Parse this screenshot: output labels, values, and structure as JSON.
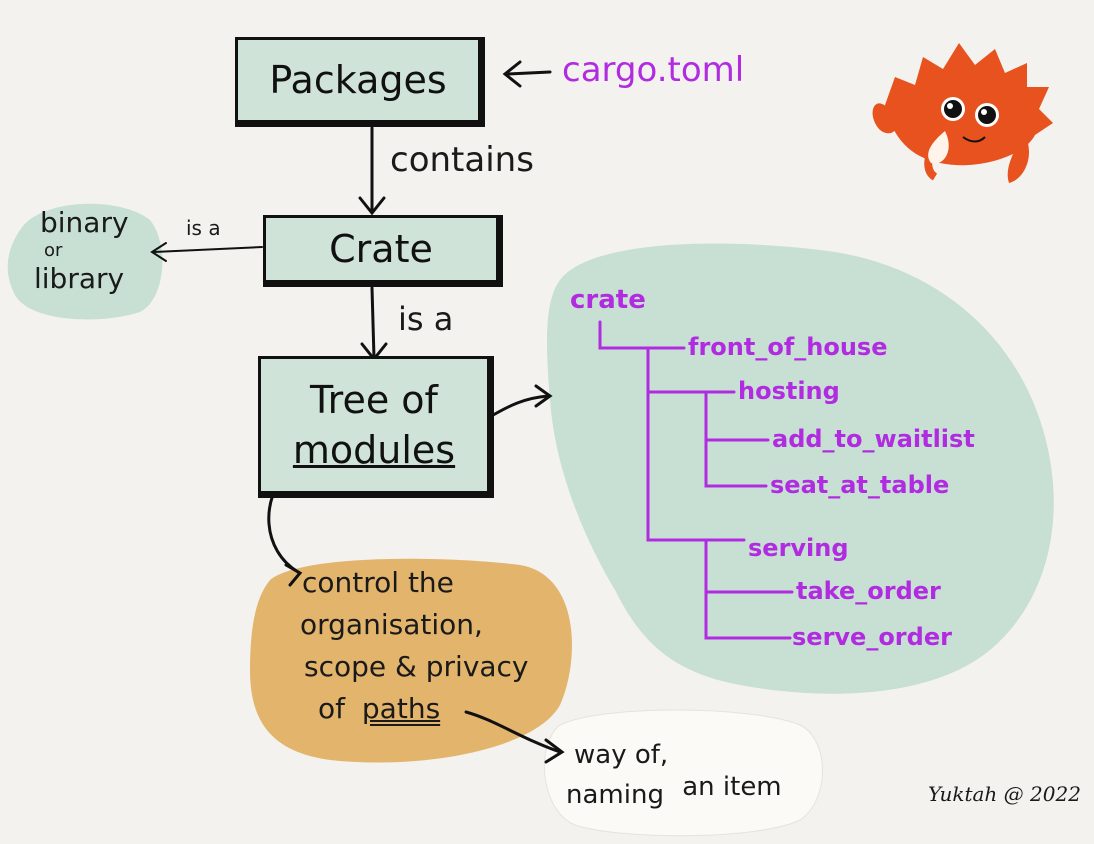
{
  "boxes": {
    "packages": "Packages",
    "crate": "Crate",
    "tree_line1": "Tree of",
    "tree_line2": "modules"
  },
  "annotations": {
    "cargo_toml": "cargo.toml",
    "contains": "contains",
    "is_a_left": "is a",
    "is_a_down": "is a",
    "binary_line1": "binary",
    "binary_line2": "or",
    "binary_line3": "library"
  },
  "module_tree": {
    "root": "crate",
    "front_of_house": "front_of_house",
    "hosting": "hosting",
    "add_to_waitlist": "add_to_waitlist",
    "seat_at_table": "seat_at_table",
    "serving": "serving",
    "take_order": "take_order",
    "serve_order": "serve_order"
  },
  "control_blob": {
    "line1": "control the",
    "line2": "organisation,",
    "line3": "scope & privacy",
    "line4_prefix": "of",
    "line4_word": "paths"
  },
  "way_blob": {
    "line1": "way of,",
    "line2a": "naming",
    "line2b": "an item"
  },
  "signature": "Yuktah @ 2022",
  "colors": {
    "box_fill": "#cfe3d8",
    "tree_blob": "#c7e0d3",
    "control_blob": "#e3b46c",
    "purple_text": "#b12be0",
    "crab_orange": "#e8521f"
  },
  "mascot": "rust-ferris-crab-icon"
}
